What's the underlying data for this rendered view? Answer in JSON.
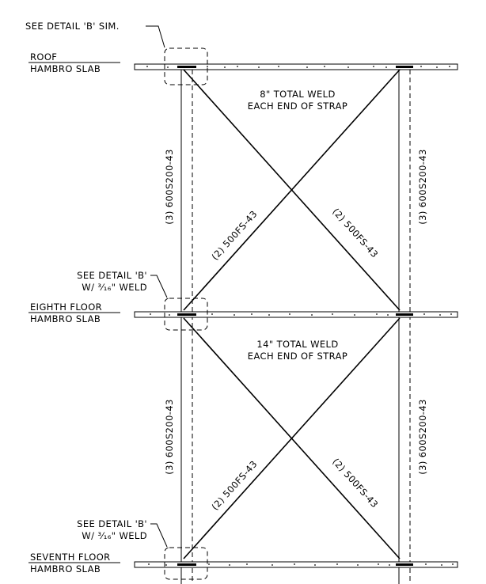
{
  "callouts": {
    "detail_b_sim": "SEE DETAIL 'B' SIM.",
    "detail_b_1_line1": "SEE DETAIL 'B'",
    "detail_b_1_line2": "W/ ³⁄₁₆\" WELD",
    "detail_b_2_line1": "SEE DETAIL 'B'",
    "detail_b_2_line2": "W/ ³⁄₁₆\" WELD"
  },
  "levels": {
    "roof": {
      "name": "ROOF",
      "slab": "HAMBRO SLAB"
    },
    "eighth": {
      "name": "EIGHTH FLOOR",
      "slab": "HAMBRO SLAB"
    },
    "seventh": {
      "name": "SEVENTH FLOOR",
      "slab": "HAMBRO SLAB"
    }
  },
  "panels": {
    "upper": {
      "weld_line1": "8\" TOTAL WELD",
      "weld_line2": "EACH END OF STRAP",
      "stud_left": "(3) 600S200-43",
      "stud_right": "(3) 600S200-43",
      "strap_left": "(2) 500FS-43",
      "strap_right": "(2) 500FS-43"
    },
    "lower": {
      "weld_line1": "14\" TOTAL WELD",
      "weld_line2": "EACH END OF STRAP",
      "stud_left": "(3) 600S200-43",
      "stud_right": "(3) 600S200-43",
      "strap_left": "(2) 500FS-43",
      "strap_right": "(2) 500FS-43"
    }
  }
}
